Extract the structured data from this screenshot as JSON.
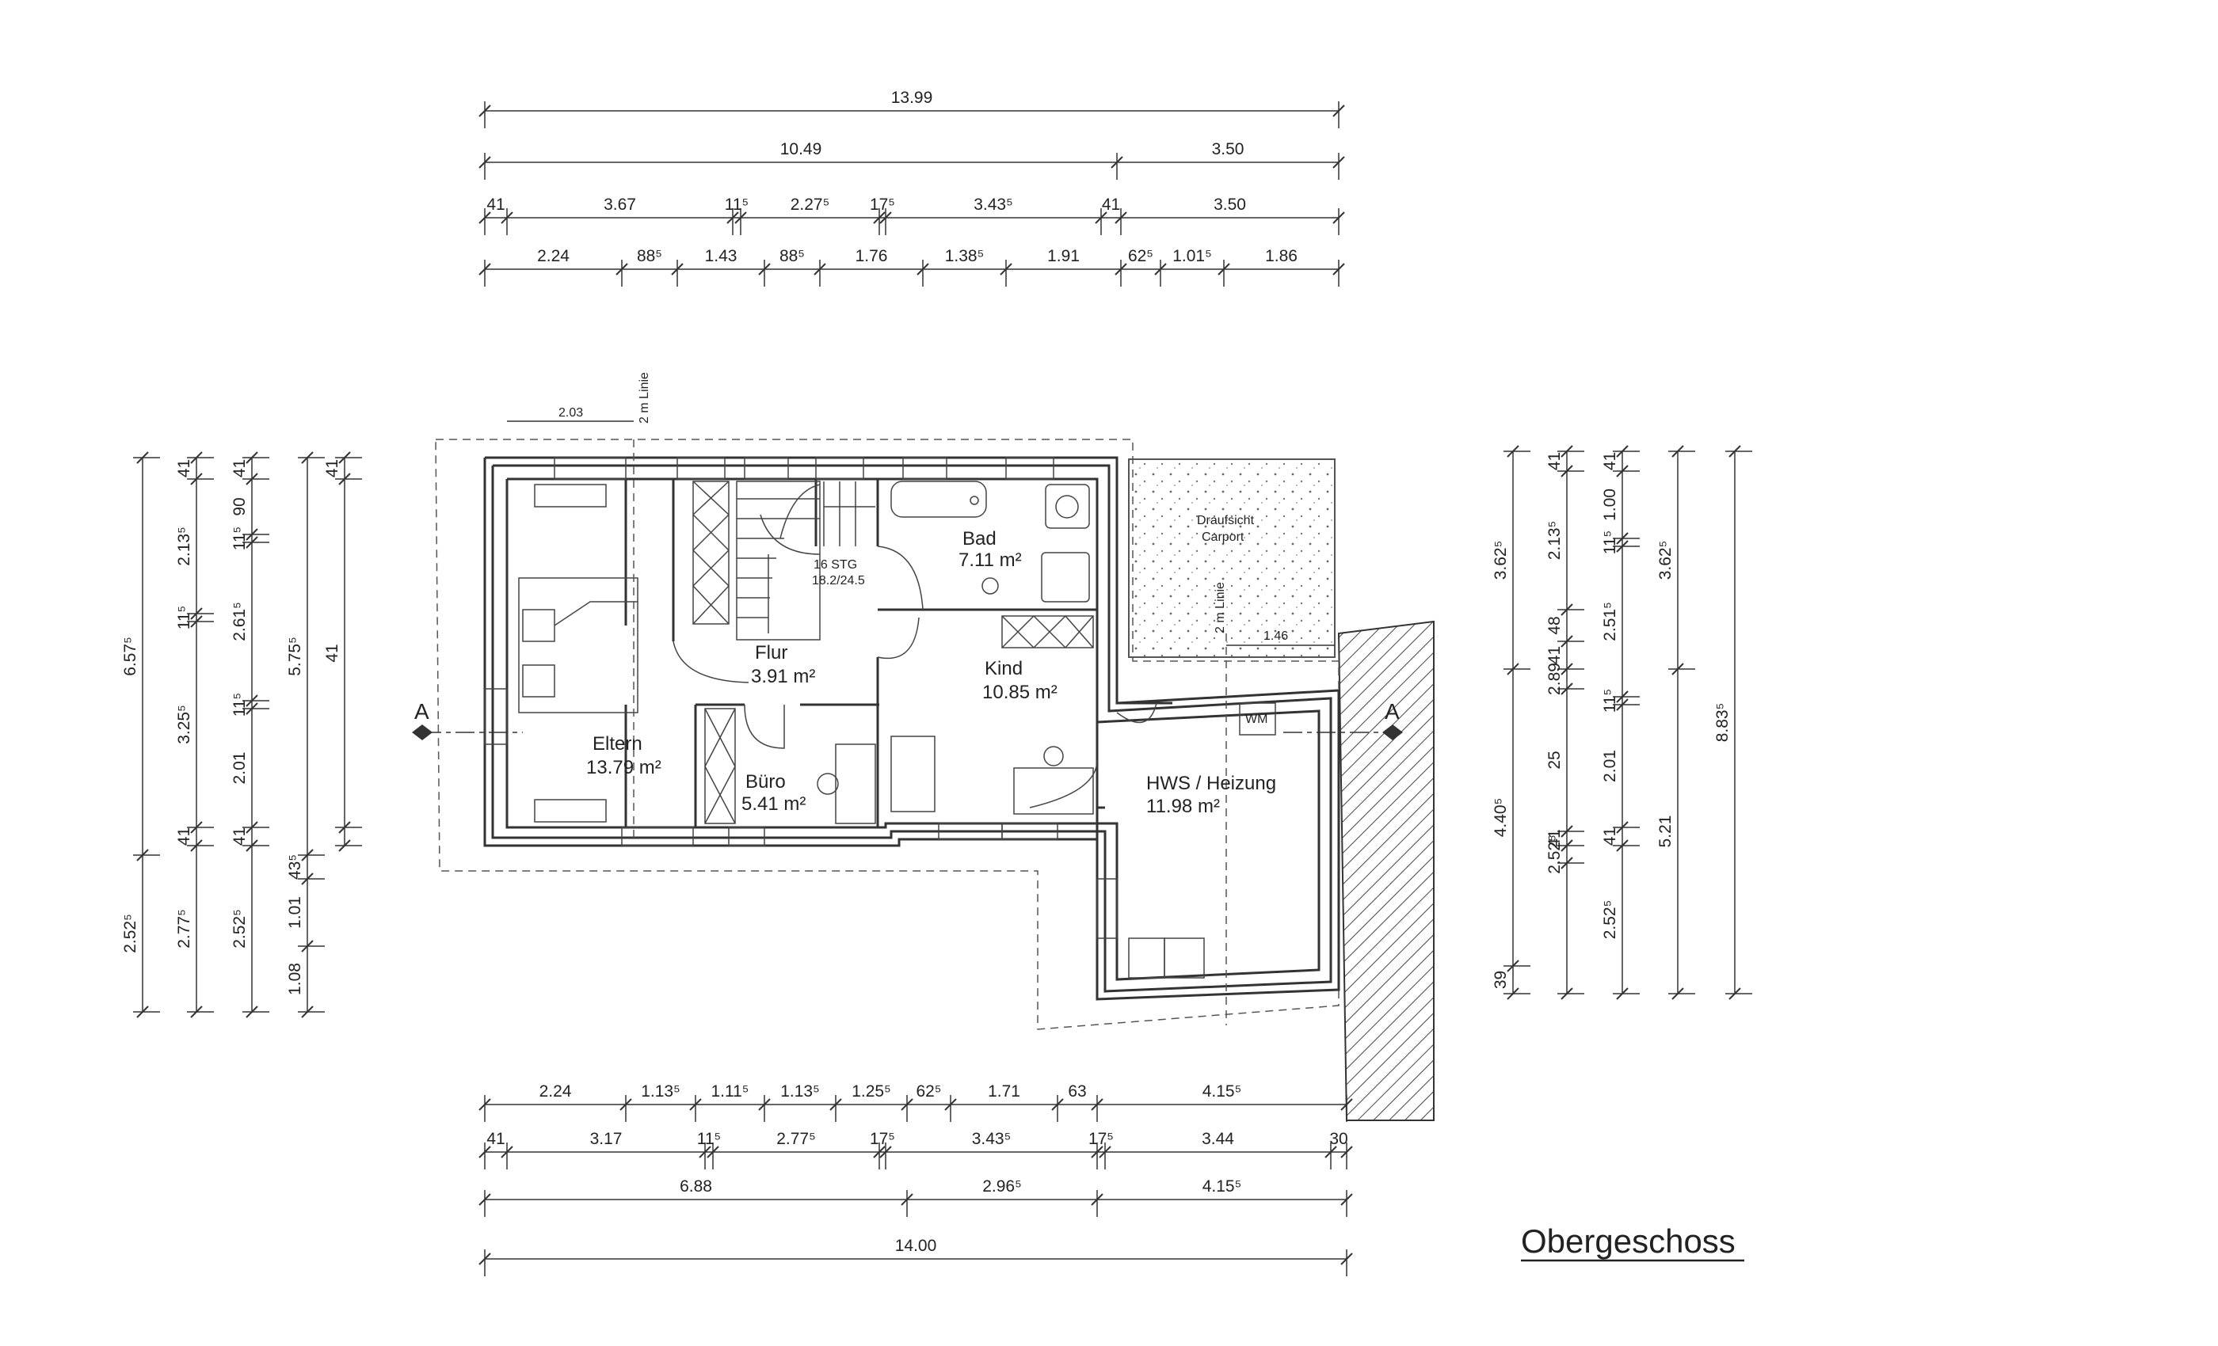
{
  "title": "Obergeschoss",
  "rooms": {
    "eltern": {
      "name": "Eltern",
      "area": "13.79 m²"
    },
    "flur": {
      "name": "Flur",
      "area": "3.91 m²"
    },
    "bad": {
      "name": "Bad",
      "area": "7.11 m²"
    },
    "kind": {
      "name": "Kind",
      "area": "10.85 m²"
    },
    "buero": {
      "name": "Büro",
      "area": "5.41 m²"
    },
    "hws": {
      "name": "HWS / Heizung",
      "area": "11.98 m²"
    }
  },
  "labels": {
    "carport_1": "Draufsicht",
    "carport_2": "Carport",
    "stair_1": "16 STG",
    "stair_2": "18.2/24.5",
    "wm": "WM",
    "linie_top": "2 m Linie",
    "linie_carport": "2 m Linie",
    "dim_203": "2.03",
    "dim_146": "1.46",
    "section_left": "A",
    "section_right": "A"
  },
  "dims_top": {
    "row1": [
      "13.99"
    ],
    "row2": [
      "10.49",
      "3.50"
    ],
    "row3": [
      "41",
      "3.67",
      "11⁵",
      "2.27⁵",
      "17⁵",
      "3.43⁵",
      "41",
      "3.50"
    ],
    "row4": [
      "2.24",
      "88⁵",
      "1.43",
      "88⁵",
      "1.76",
      "1.38⁵",
      "1.91",
      "62⁵",
      "1.01⁵",
      "1.86"
    ]
  },
  "dims_bottom": {
    "row1": [
      "2.24",
      "1.13⁵",
      "1.11⁵",
      "1.13⁵",
      "1.25⁵",
      "62⁵",
      "1.71",
      "63",
      "4.15⁵"
    ],
    "row2": [
      "41",
      "3.17",
      "11⁵",
      "2.77⁵",
      "17⁵",
      "3.43⁵",
      "17⁵",
      "3.44",
      "30"
    ],
    "row3": [
      "6.88",
      "2.96⁵",
      "4.15⁵"
    ],
    "row4": [
      "14.00"
    ]
  },
  "dims_left": {
    "col1": [
      "6.57⁵",
      "2.52⁵"
    ],
    "col2": [
      "41",
      "2.13⁵",
      "11⁵",
      "3.25⁵",
      "41",
      "2.77⁵"
    ],
    "col3": [
      "41",
      "90",
      "11⁵",
      "2.61⁵",
      "11⁵",
      "2.01",
      "41",
      "2.52⁵"
    ],
    "col4": [
      "5.75⁵",
      "43⁵",
      "1.01",
      "1.08"
    ],
    "col5": [
      "41",
      "41"
    ]
  },
  "dims_right": {
    "col1": [
      "3.62⁵",
      "4.40⁵",
      "39"
    ],
    "col2": [
      "41",
      "2.13⁵",
      "48",
      "41",
      "2.89",
      "25",
      "41",
      "2.52⁵"
    ],
    "col3": [
      "41",
      "1.00",
      "11⁵",
      "2.51⁵",
      "11⁵",
      "2.01",
      "41",
      "2.52⁵"
    ],
    "col4": [
      "3.62⁵",
      "5.21"
    ],
    "col5": [
      "8.83⁵"
    ]
  }
}
